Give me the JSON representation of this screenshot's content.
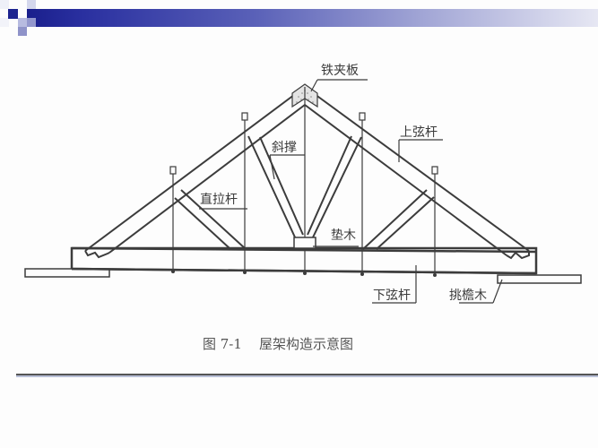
{
  "slide": {
    "header_bar_colors": [
      "#1a1f8c",
      "#5a61b8",
      "#e6e7f3"
    ]
  },
  "diagram": {
    "labels": {
      "iron_clamp_plate": "铁夹板",
      "top_chord": "上弦杆",
      "diagonal_brace": "斜撑",
      "vertical_tie_rod": "直拉杆",
      "pad_wood": "垫木",
      "bottom_chord": "下弦杆",
      "eave_board": "挑檐木"
    },
    "caption": {
      "figure_number": "图 7-1",
      "title": "屋架构造示意图"
    }
  }
}
